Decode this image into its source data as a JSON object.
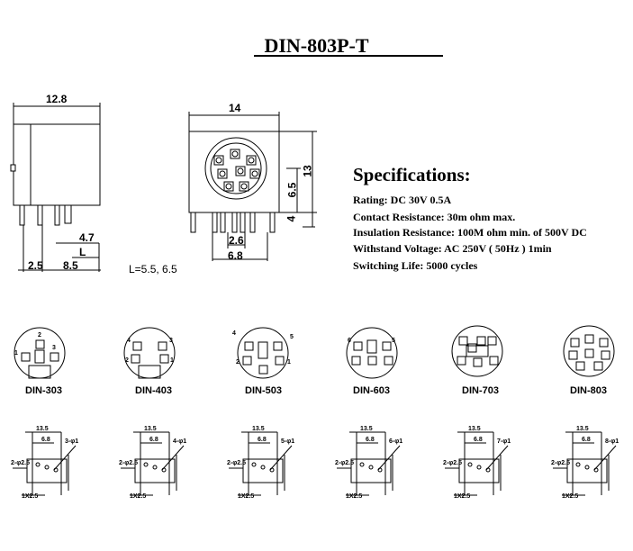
{
  "title": "DIN-803P-T",
  "side_view": {
    "width": "12.8",
    "pitch1": "2.5",
    "pitch2": "8.5",
    "pin": "4.7",
    "L": "L",
    "L_values": "L=5.5,  6.5"
  },
  "front_view": {
    "width": "14",
    "height": "13",
    "h1": "6.5",
    "h2": "4",
    "w1": "2.6",
    "w2": "6.8"
  },
  "specs": {
    "heading": "Specifications:",
    "lines": [
      "Rating: DC 30V 0.5A",
      "Contact Resistance:    30m ohm max.",
      "Insulation Resistance: 100M ohm min. of 500V DC",
      "Withstand Voltage: AC 250V ( 50Hz ) 1min",
      "Switching Life: 5000 cycles"
    ]
  },
  "models": [
    "DIN-303",
    "DIN-403",
    "DIN-503",
    "DIN-603",
    "DIN-703",
    "DIN-803"
  ],
  "footprints": [
    {
      "top": "13.5",
      "mid": "6.8",
      "pin": "2-φ2.5",
      "dia": "3-φ1",
      "x": "1X2.5"
    },
    {
      "top": "13.5",
      "mid": "6.8",
      "pin": "2-φ2.5",
      "dia": "4-φ1",
      "x": "1X2.5"
    },
    {
      "top": "13.5",
      "mid": "6.8",
      "pin": "2-φ2.5",
      "dia": "5-φ1",
      "x": "1X2.5"
    },
    {
      "top": "13.5",
      "mid": "6.8",
      "pin": "2-φ2.5",
      "dia": "6-φ1",
      "x": "1X2.5"
    },
    {
      "top": "13.5",
      "mid": "6.8",
      "pin": "2-φ2.5",
      "dia": "7-φ1",
      "x": "1X2.5"
    },
    {
      "top": "13.5",
      "mid": "6.8",
      "pin": "2-φ2.5",
      "dia": "8-φ1",
      "x": "1X2.5"
    }
  ]
}
